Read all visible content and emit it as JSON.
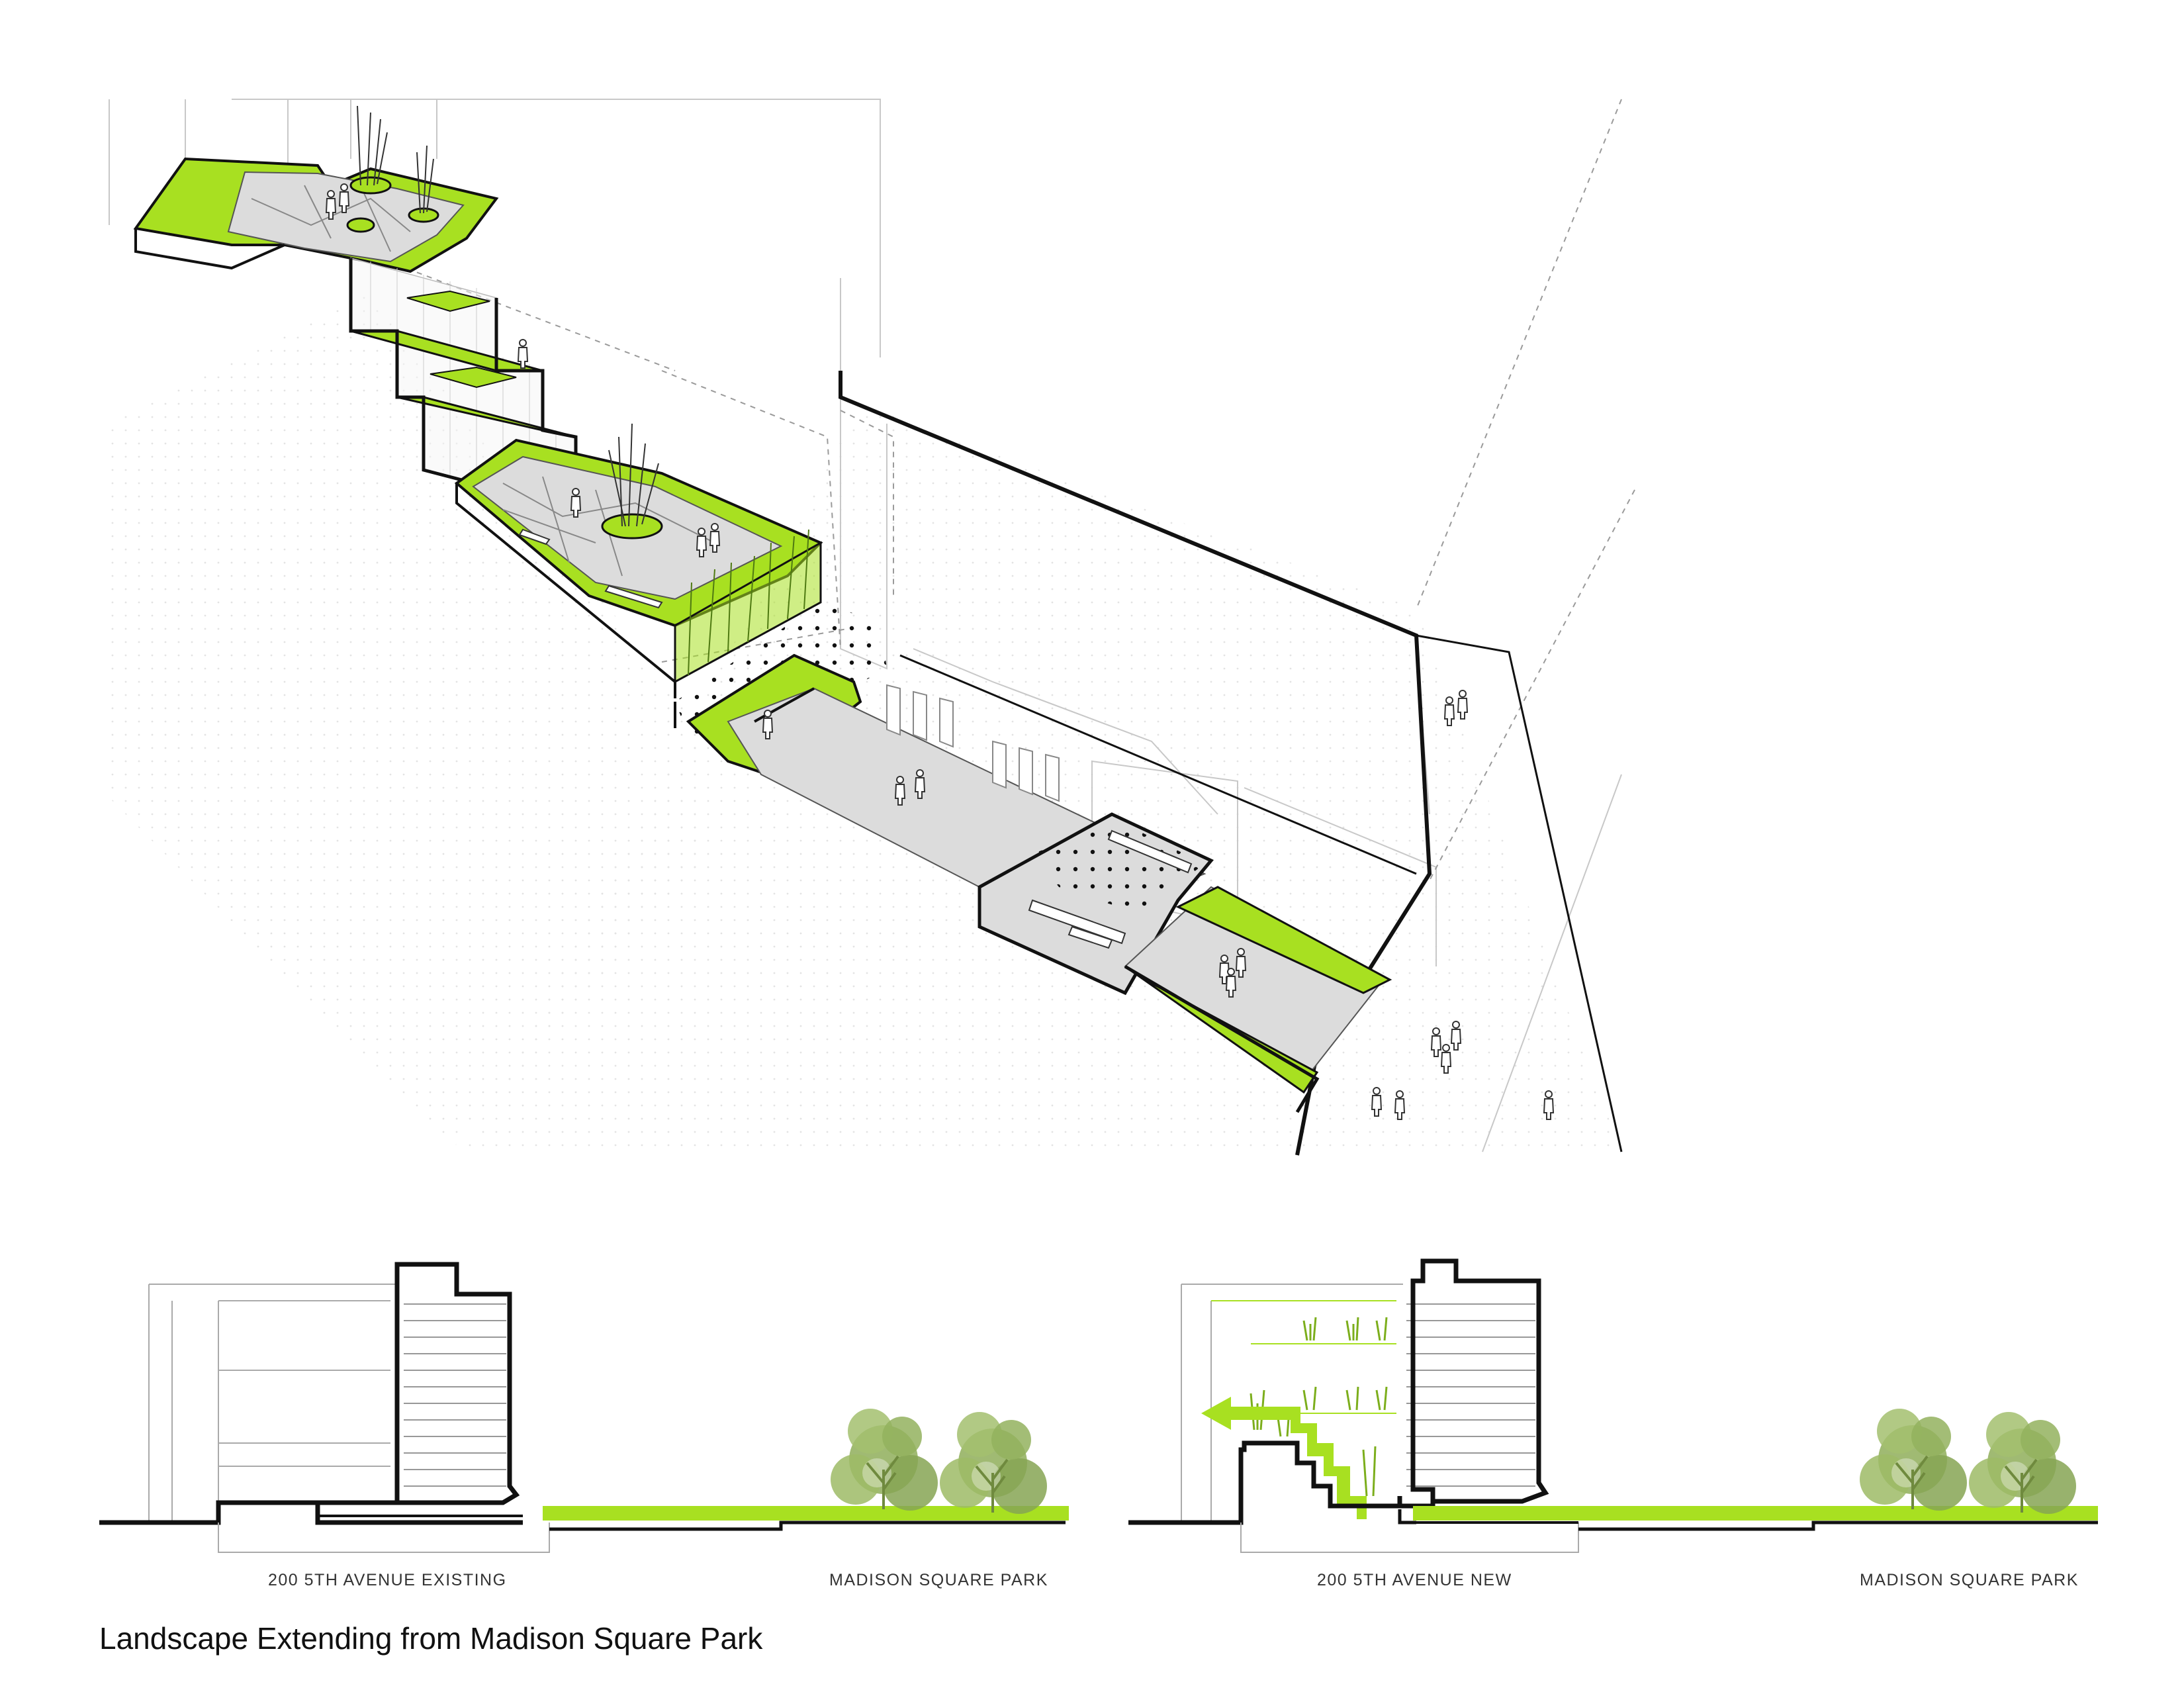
{
  "caption": "Landscape Extending from Madison Square Park",
  "sections": [
    {
      "building_label": "200 5TH AVENUE EXISTING",
      "park_label": "MADISON SQUARE PARK"
    },
    {
      "building_label": "200 5TH AVENUE NEW",
      "park_label": "MADISON SQUARE PARK"
    }
  ],
  "colors": {
    "landscape_green": "#a8e021",
    "tree_green": "#8fae5a",
    "paving_gray": "#dcdcdc",
    "outline": "#111111"
  }
}
